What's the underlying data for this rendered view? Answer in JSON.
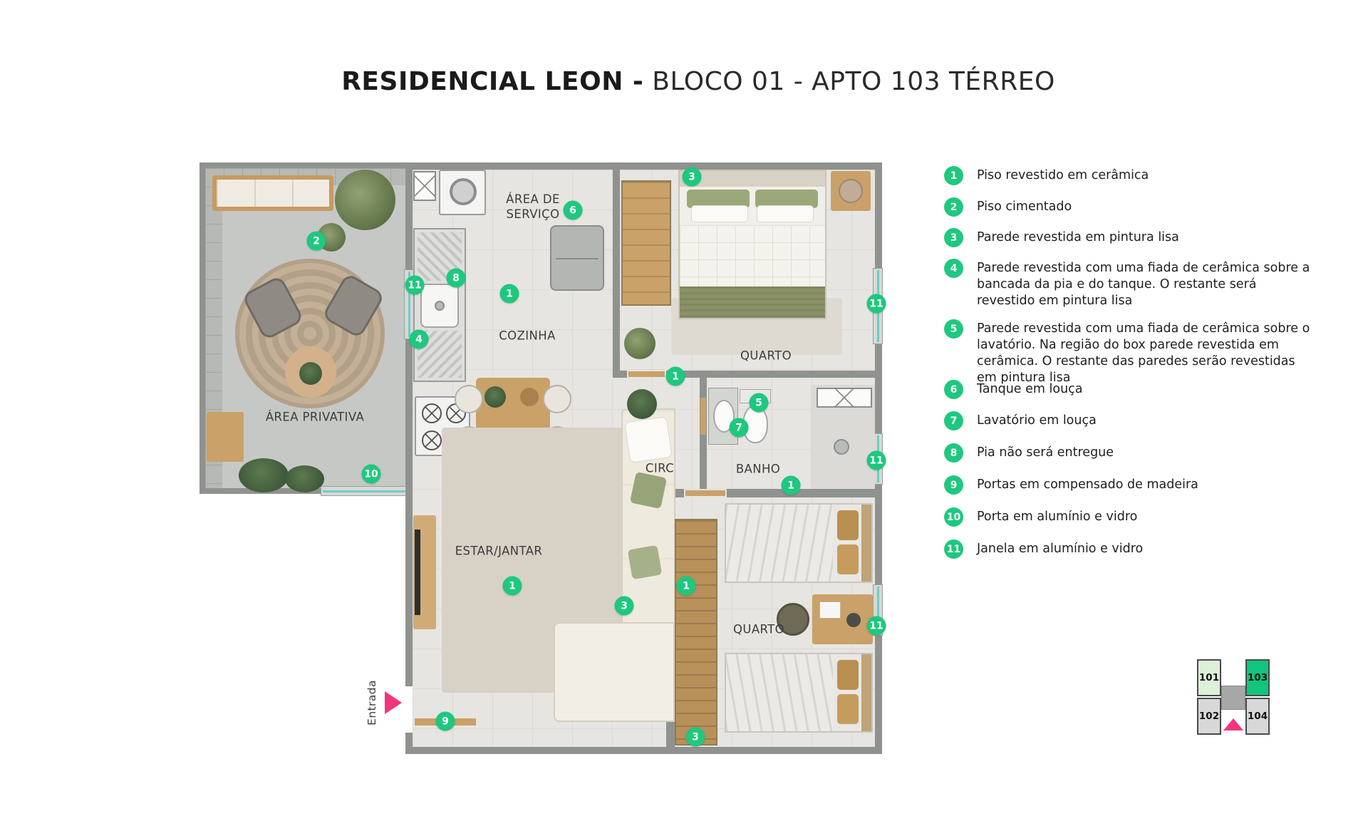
{
  "title": {
    "bold": "RESIDENCIAL LEON -",
    "light": " BLOCO 01 - APTO 103 TÉRREO"
  },
  "colors": {
    "accent_green": "#1EC87E",
    "entrance_pink": "#F4357E",
    "minimap_highlight_green": "#12C57E",
    "minimap_light_green": "#DDF0D8",
    "minimap_gray": "#D8D8D8",
    "minimap_core_gray": "#A7A7A7",
    "glass_teal": "#6FCDC6"
  },
  "plan": {
    "rooms": {
      "area_servico": "ÁREA DE SERVIÇO",
      "cozinha": "COZINHA",
      "quarto1": "QUARTO",
      "area_privativa": "ÁREA PRIVATIVA",
      "circ": "CIRC",
      "banho": "BANHO",
      "estar_jantar": "ESTAR/JANTAR",
      "quarto2": "QUARTO",
      "entrada": "Entrada"
    },
    "markers": [
      {
        "num": "2"
      },
      {
        "num": "6"
      },
      {
        "num": "3"
      },
      {
        "num": "11"
      },
      {
        "num": "8"
      },
      {
        "num": "1"
      },
      {
        "num": "11"
      },
      {
        "num": "4"
      },
      {
        "num": "1"
      },
      {
        "num": "5"
      },
      {
        "num": "7"
      },
      {
        "num": "11"
      },
      {
        "num": "1"
      },
      {
        "num": "10"
      },
      {
        "num": "1"
      },
      {
        "num": "3"
      },
      {
        "num": "1"
      },
      {
        "num": "11"
      },
      {
        "num": "9"
      },
      {
        "num": "3"
      }
    ]
  },
  "legend": {
    "items": [
      {
        "num": "1",
        "text": "Piso revestido em cerâmica"
      },
      {
        "num": "2",
        "text": "Piso cimentado"
      },
      {
        "num": "3",
        "text": "Parede revestida em pintura lisa"
      },
      {
        "num": "4",
        "text": "Parede revestida com uma fiada de cerâmica sobre a bancada da pia e do tanque. O restante será revestido em pintura lisa"
      },
      {
        "num": "5",
        "text": "Parede revestida com uma fiada de cerâmica sobre o lavatório. Na região do box parede revestida em cerâmica. O restante das paredes serão revestidas em pintura lisa"
      },
      {
        "num": "6",
        "text": "Tanque em louça"
      },
      {
        "num": "7",
        "text": "Lavatório em louça"
      },
      {
        "num": "8",
        "text": "Pia não será entregue"
      },
      {
        "num": "9",
        "text": "Portas em compensado de madeira"
      },
      {
        "num": "10",
        "text": "Porta em alumínio e vidro"
      },
      {
        "num": "11",
        "text": "Janela em alumínio e vidro"
      }
    ]
  },
  "minimap": {
    "units": [
      {
        "label": "101"
      },
      {
        "label": "102"
      },
      {
        "label": "103"
      },
      {
        "label": "104"
      }
    ],
    "highlighted_unit": "103"
  }
}
